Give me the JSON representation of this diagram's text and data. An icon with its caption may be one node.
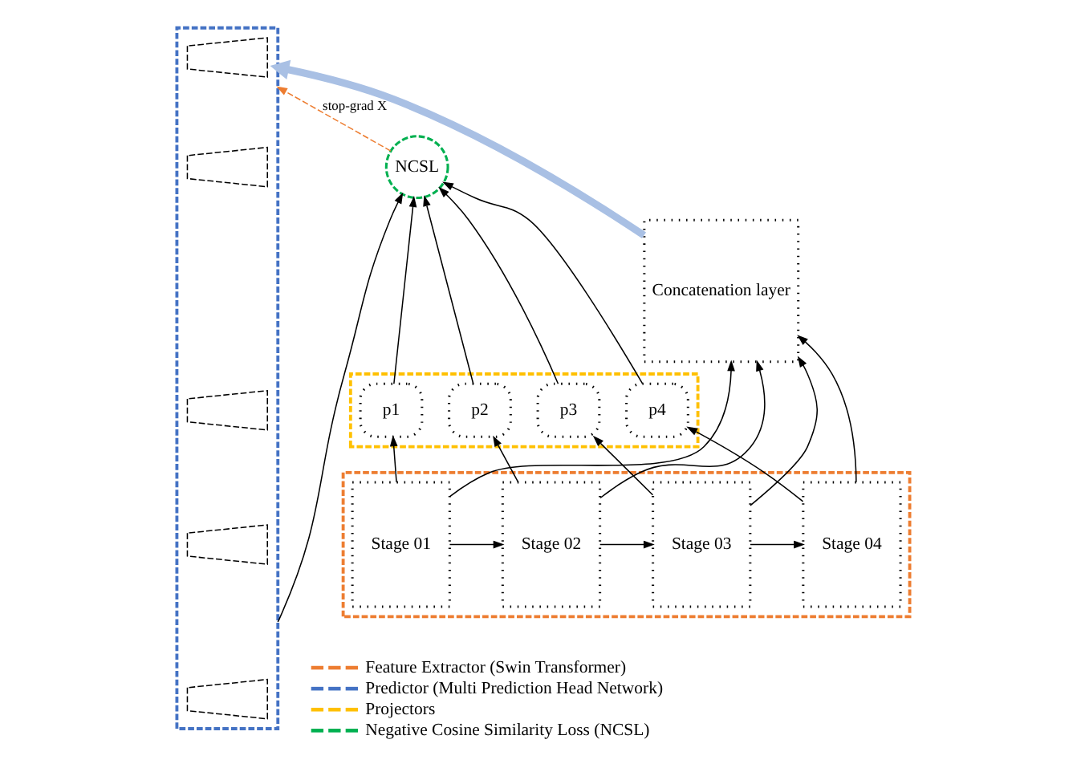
{
  "diagram": {
    "nodes": [
      {
        "text": [
          "NCSL"
        ]
      },
      {
        "text": [],
        "shape": "box"
      },
      {
        "text": [
          "p1"
        ],
        "in": 1
      },
      {
        "text": [
          "p2"
        ],
        "in": 1
      },
      {
        "text": [
          "p3"
        ],
        "in": 1
      },
      {
        "text": [
          "p4"
        ],
        "in": 1
      },
      {
        "text": [],
        "shape": "box"
      },
      {
        "text": [],
        "shape": "trapezium",
        "in": 6
      },
      {
        "text": [],
        "shape": "trapezium",
        "in": 6
      },
      {
        "text": [],
        "shape": "trapezium",
        "in": 6
      },
      {
        "text": [],
        "shape": "trapezium",
        "in": 6
      },
      {
        "text": [],
        "shape": "trapezium",
        "in": 6
      },
      {
        "text": [],
        "shape": "box"
      },
      {
        "text": [
          "Stage 01"
        ],
        "in": 12
      },
      {
        "text": [
          "Stage 02"
        ],
        "in": 12
      },
      {
        "text": [
          "Stage 03"
        ],
        "in": 12
      },
      {
        "text": [
          "Stage 04"
        ],
        "in": 12
      },
      {
        "text": [
          "Concatenation layer"
        ]
      }
    ],
    "edges": [
      {
        "from": 13,
        "to": 14,
        "arrow": "to"
      },
      {
        "from": 14,
        "to": 15,
        "arrow": "to"
      },
      {
        "from": 15,
        "to": 16,
        "arrow": "to"
      },
      {
        "from": 16,
        "to": 17,
        "arrow": "to"
      },
      {
        "from": 13,
        "to": 2,
        "arrow": "to"
      },
      {
        "from": 14,
        "to": 3,
        "arrow": "to"
      },
      {
        "from": 15,
        "to": 4,
        "arrow": "to"
      },
      {
        "from": 16,
        "to": 5,
        "arrow": "to"
      },
      {
        "from": 13,
        "to": 17,
        "arrow": "to"
      },
      {
        "from": 14,
        "to": 17,
        "arrow": "to"
      },
      {
        "from": 15,
        "to": 17,
        "arrow": "to"
      },
      {
        "from": 2,
        "to": 0,
        "arrow": "to"
      },
      {
        "from": 3,
        "to": 0,
        "arrow": "to"
      },
      {
        "from": 4,
        "to": 0,
        "arrow": "to"
      },
      {
        "from": 5,
        "to": 0,
        "arrow": "to"
      },
      {
        "from": 17,
        "to": 6,
        "arrow": "to",
        "style": "thick",
        "color": "#a9c0e4"
      },
      {
        "from": 6,
        "to": 0,
        "arrow": "to"
      },
      {
        "from": 0,
        "to": 6,
        "arrow": "to",
        "style": "dashed",
        "color": "#ed7d31",
        "label": "stop-grad X"
      }
    ],
    "legend": [
      {
        "text": "Feature Extractor (Swin Transformer)"
      },
      {
        "text": "Predictor (Multi Prediction Head Network)"
      },
      {
        "text": "Projectors"
      },
      {
        "text": "Negative Cosine Similarity Loss (NCSL)"
      }
    ]
  }
}
